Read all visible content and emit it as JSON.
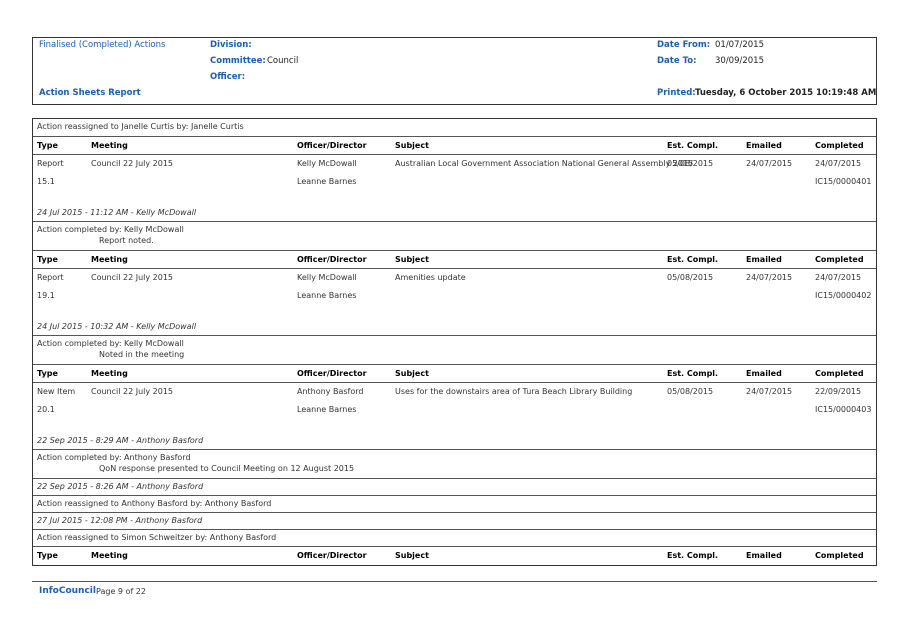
{
  "header": {
    "report_type": "Finalised (Completed) Actions",
    "report_name": "Action Sheets Report",
    "division_label": "Division:",
    "division_value": "",
    "committee_label": "Committee:",
    "committee_value": "Council",
    "officer_label": "Officer:",
    "officer_value": "",
    "date_from_label": "Date From:",
    "date_from_value": "01/07/2015",
    "date_to_label": "Date To:",
    "date_to_value": "30/09/2015",
    "printed_label": "Printed:",
    "printed_value": "Tuesday, 6 October 2015  10:19:48 AM"
  },
  "columns": {
    "type": "Type",
    "meeting": "Meeting",
    "officer": "Officer/Director",
    "subject": "Subject",
    "est": "Est. Compl.",
    "emailed": "Emailed",
    "completed": "Completed"
  },
  "top_note": "Action reassigned to Janelle Curtis by: Janelle Curtis",
  "items": [
    {
      "type1": "Report",
      "type2": "15.1",
      "meeting": "Council 22 July 2015",
      "officer1": "Kelly McDowall",
      "officer2": "Leanne Barnes",
      "subject": "Australian Local Government Association National General Assembly 2015",
      "est": "05/08/2015",
      "emailed": "24/07/2015",
      "completed1": "24/07/2015",
      "completed2": "IC15/0000401",
      "notes": [
        {
          "stamp": "24 Jul 2015 - 11:12 AM - Kelly McDowall",
          "text": "Action completed by: Kelly McDowall",
          "sub": "Report noted."
        }
      ]
    },
    {
      "type1": "Report",
      "type2": "19.1",
      "meeting": "Council 22 July 2015",
      "officer1": "Kelly McDowall",
      "officer2": "Leanne Barnes",
      "subject": "Amenities update",
      "est": "05/08/2015",
      "emailed": "24/07/2015",
      "completed1": "24/07/2015",
      "completed2": "IC15/0000402",
      "notes": [
        {
          "stamp": "24 Jul 2015 - 10:32 AM - Kelly McDowall",
          "text": "Action completed by: Kelly McDowall",
          "sub": "Noted in the meeting"
        }
      ]
    },
    {
      "type1": "New Item",
      "type2": "20.1",
      "meeting": "Council 22 July 2015",
      "officer1": "Anthony Basford",
      "officer2": "Leanne Barnes",
      "subject": "Uses for the downstairs area of Tura Beach Library Building",
      "est": "05/08/2015",
      "emailed": "24/07/2015",
      "completed1": "22/09/2015",
      "completed2": "IC15/0000403",
      "notes": [
        {
          "stamp": "22 Sep 2015 - 8:29 AM - Anthony Basford",
          "text": "Action completed by: Anthony Basford",
          "sub": "QoN response presented to Council Meeting on 12 August 2015"
        },
        {
          "stamp": "22 Sep 2015 - 8:26 AM - Anthony Basford",
          "text": "Action reassigned to Anthony Basford by: Anthony Basford",
          "sub": ""
        },
        {
          "stamp": "27 Jul 2015 - 12:08 PM - Anthony Basford",
          "text": "Action reassigned to Simon Schweitzer by: Anthony Basford",
          "sub": ""
        }
      ]
    }
  ],
  "footer": {
    "brand": "InfoCouncil",
    "page": "Page 9 of 22"
  }
}
